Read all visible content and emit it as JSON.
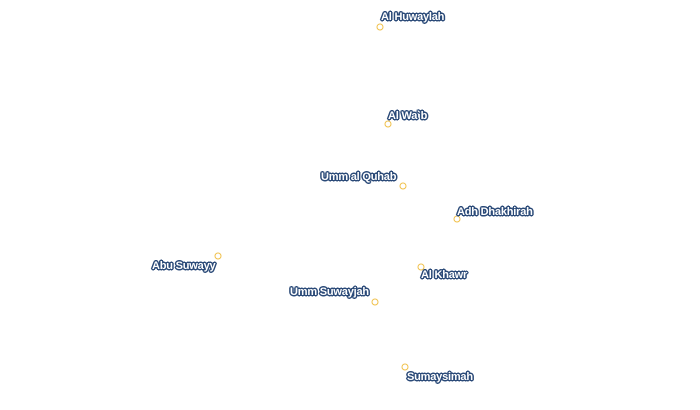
{
  "map": {
    "places": [
      {
        "name": "Al Huwaylah"
      },
      {
        "name": "Al Wa`b"
      },
      {
        "name": "Umm al Quhab"
      },
      {
        "name": "Adh Dhakhirah"
      },
      {
        "name": "Abu Suwayy"
      },
      {
        "name": "Al Khawr"
      },
      {
        "name": "Umm Suwayjah"
      },
      {
        "name": "Sumaysimah"
      }
    ]
  },
  "colors": {
    "marker_stroke": "#f0c04a",
    "label_halo": "#2b4a78",
    "label_text": "#ffffff",
    "background": "#ffffff"
  }
}
